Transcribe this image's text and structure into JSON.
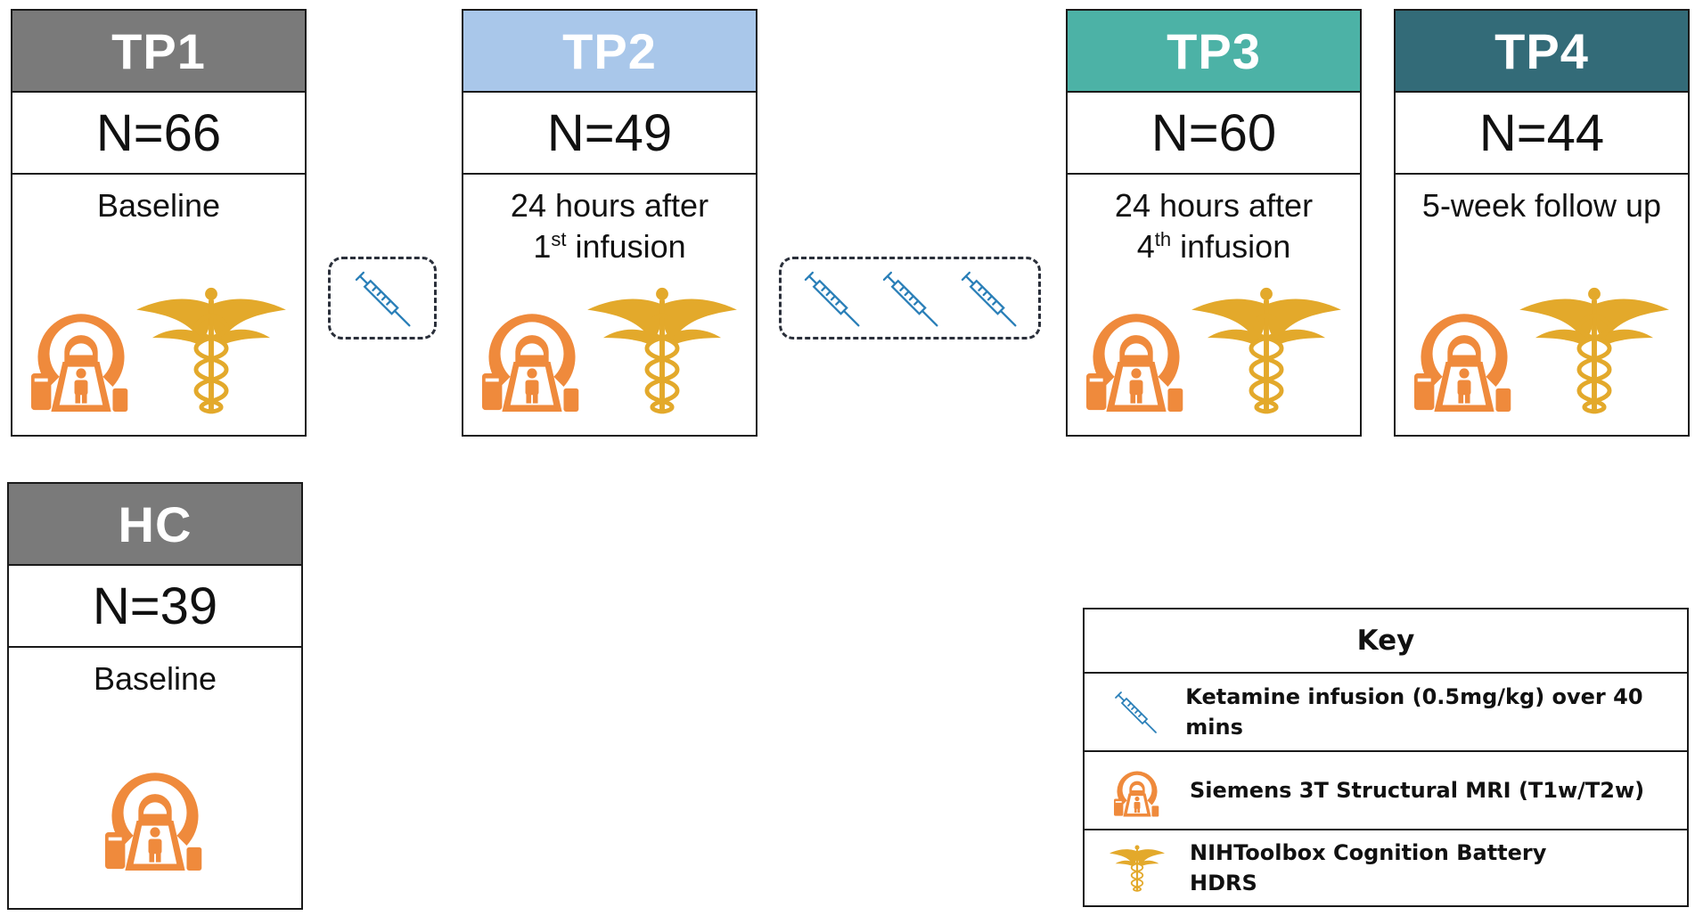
{
  "timepoints": [
    {
      "label": "TP1",
      "n": "N=66",
      "desc1": "Baseline",
      "color": "#7a7a7a"
    },
    {
      "label": "TP2",
      "n": "N=49",
      "desc1": "24 hours after",
      "desc2_num": "1",
      "desc2_sup": "st",
      "desc2_rest": " infusion",
      "color": "#a9c7ea"
    },
    {
      "label": "TP3",
      "n": "N=60",
      "desc1": "24 hours after",
      "desc2_num": "4",
      "desc2_sup": "th",
      "desc2_rest": " infusion",
      "color": "#4cb2a6"
    },
    {
      "label": "TP4",
      "n": "N=44",
      "desc1": "5-week follow up",
      "color": "#336b78"
    }
  ],
  "control": {
    "label": "HC",
    "n": "N=39",
    "desc1": "Baseline",
    "color": "#7a7a7a"
  },
  "key": {
    "title": "Key",
    "ketamine": "Ketamine infusion (0.5mg/kg) over 40 mins",
    "mri": "Siemens 3T Structural MRI (T1w/T2w)",
    "cog1": "NIHToolbox Cognition Battery",
    "cog2": "HDRS"
  },
  "colors": {
    "mri": "#ef8a3c",
    "caduceus": "#e3a92b",
    "syringe": "#2a7fb8"
  },
  "icons": [
    "syringe-icon",
    "mri-scanner-icon",
    "caduceus-icon"
  ]
}
